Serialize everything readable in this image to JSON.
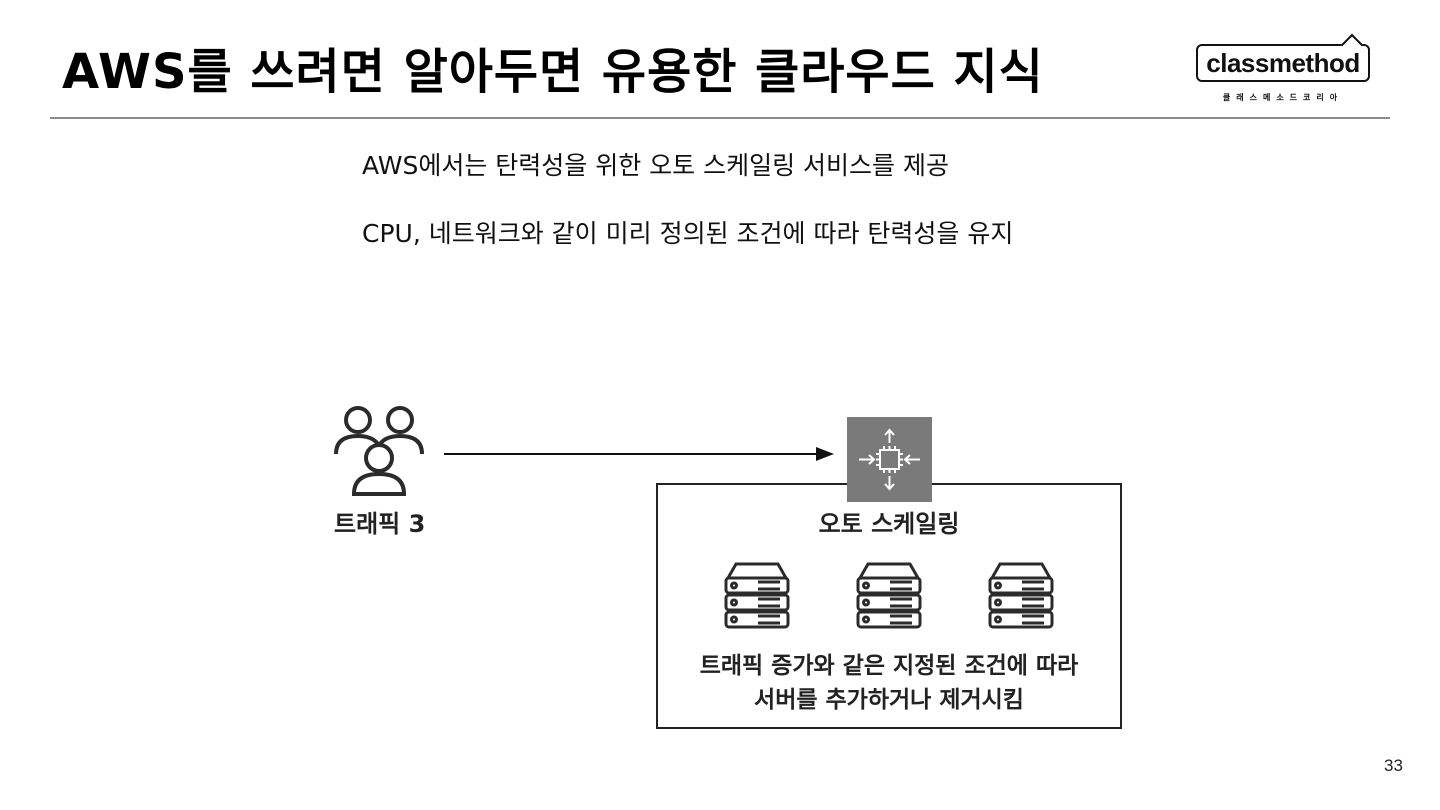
{
  "header": {
    "title": "AWS를 쓰려면 알아두면 유용한 클라우드 지식",
    "logo_text": "classmethod",
    "logo_subtext": "클래스메소드코리아"
  },
  "body": {
    "line1": "AWS에서는 탄력성을 위한 오토 스케일링 서비스를 제공",
    "line2": "CPU, 네트워크와 같이 미리 정의된 조건에 따라 탄력성을 유지"
  },
  "diagram": {
    "users_label": "트래픽 3",
    "autoscaling_label": "오토 스케일링",
    "description_line1": "트래픽 증가와 같은 지정된 조건에 따라",
    "description_line2": "서버를 추가하거나 제거시킴",
    "autoscaling_icon_color": "#7a7a7a"
  },
  "footer": {
    "page_number": "33"
  }
}
